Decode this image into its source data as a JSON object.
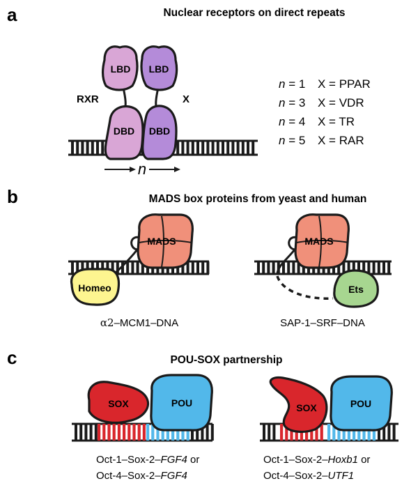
{
  "colors": {
    "rxr": "#d9a6d6",
    "x_receptor": "#b48bd9",
    "mads": "#f0907a",
    "homeo": "#fdf590",
    "ets": "#a7d690",
    "sox": "#d9262c",
    "pou": "#52b8ea",
    "dna_outline": "#1a1a1a"
  },
  "panel_a": {
    "letter": "a",
    "title": "Nuclear receptors on direct repeats",
    "rxr_label": "RXR",
    "x_label": "X",
    "lbd_label": "LBD",
    "dbd_label": "DBD",
    "spacer_label": "n",
    "list": [
      {
        "n": "n",
        "eq1": " = 1",
        "x": "X = PPAR"
      },
      {
        "n": "n",
        "eq1": " = 3",
        "x": "X = VDR"
      },
      {
        "n": "n",
        "eq1": " = 4",
        "x": "X = TR"
      },
      {
        "n": "n",
        "eq1": " = 5",
        "x": "X = RAR"
      }
    ]
  },
  "panel_b": {
    "letter": "b",
    "title": "MADS box proteins from yeast and human",
    "mads_label": "MADS",
    "homeo_label": "Homeo",
    "ets_label": "Ets",
    "caption_left_alpha": "α2",
    "caption_left_rest": "–MCM1–DNA",
    "caption_right": "SAP-1–SRF–DNA"
  },
  "panel_c": {
    "letter": "c",
    "title": "POU-SOX partnership",
    "sox_label": "SOX",
    "pou_label": "POU",
    "caption_left_line1_prefix": "Oct-1–Sox-2–",
    "caption_left_line1_gene": "FGF4",
    "caption_left_line1_suffix": " or",
    "caption_left_line2_prefix": "Oct-4–Sox-2–",
    "caption_left_line2_gene": "FGF4",
    "caption_right_line1_prefix": "Oct-1–Sox-2–",
    "caption_right_line1_gene": "Hoxb1",
    "caption_right_line1_suffix": " or",
    "caption_right_line2_prefix": "Oct-4–Sox-2–",
    "caption_right_line2_gene": "UTF1"
  }
}
